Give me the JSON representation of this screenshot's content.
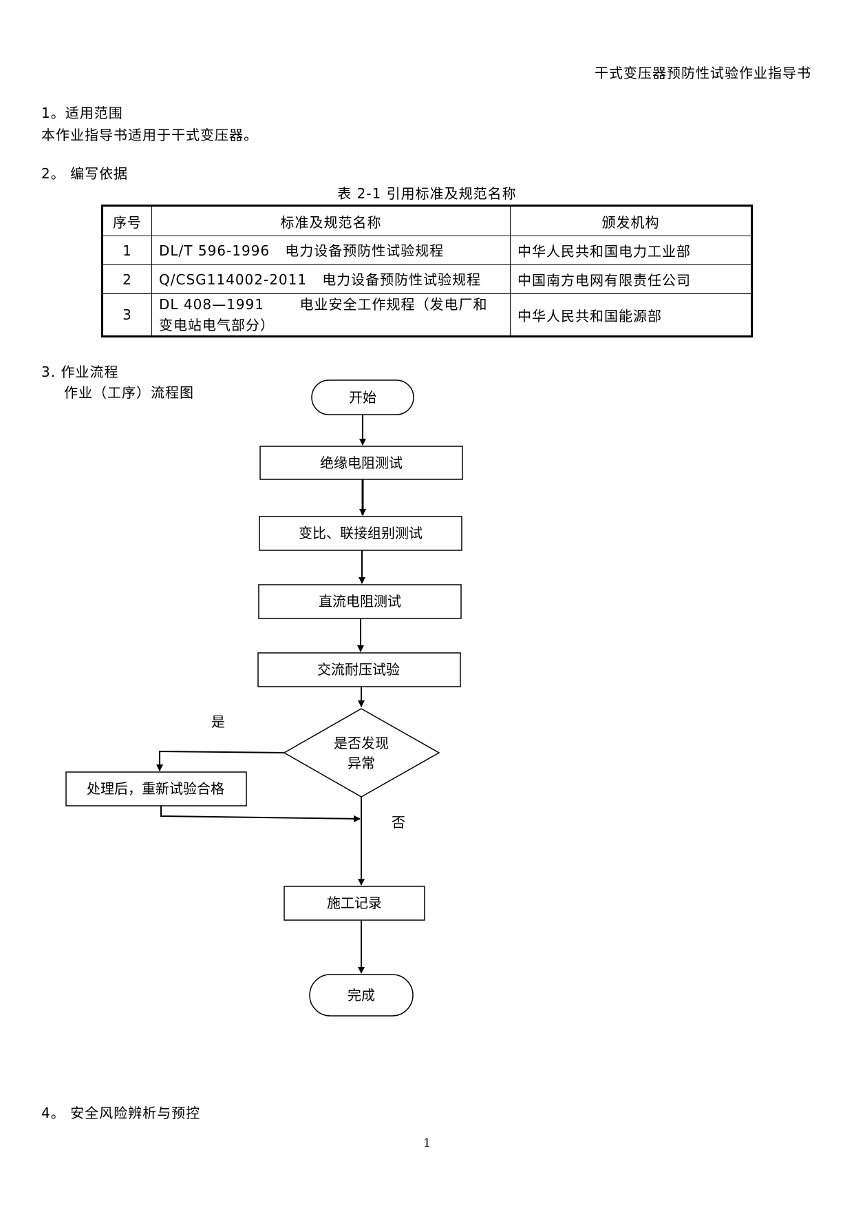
{
  "header": {
    "title": "干式变压器预防性试验作业指导书"
  },
  "section1": {
    "heading": "1。适用范围",
    "text": "本作业指导书适用于干式变压器。"
  },
  "section2": {
    "heading": "2。 编写依据",
    "table_caption": "表 2-1 引用标准及规范名称",
    "table": {
      "headers": [
        "序号",
        "标准及规范名称",
        "颁发机构"
      ],
      "rows": [
        {
          "no": "1",
          "code": "DL/T 596-1996",
          "name": "电力设备预防性试验规程",
          "org": "中华人民共和国电力工业部"
        },
        {
          "no": "2",
          "code": "Q/CSG114002-2011",
          "name": "电力设备预防性试验规程",
          "org": "中国南方电网有限责任公司"
        },
        {
          "no": "3",
          "code": "DL 408—1991",
          "name_line1": "电业安全工作规程（发电厂和",
          "name_line2": "变电站电气部分）",
          "org": "中华人民共和国能源部"
        }
      ]
    }
  },
  "section3": {
    "heading": "3. 作业流程",
    "subheading": "作业（工序）流程图",
    "flow": {
      "start": "开始",
      "step1": "绝缘电阻测试",
      "step2": "变比、联接组别测试",
      "step3": "直流电阻测试",
      "step4": "交流耐压试验",
      "decision_line1": "是否发现",
      "decision_line2": "异常",
      "yes_label": "是",
      "no_label": "否",
      "fix": "处理后，重新试验合格",
      "record": "施工记录",
      "end": "完成"
    }
  },
  "section4": {
    "heading": "4。 安全风险辨析与预控"
  },
  "footer": {
    "page_number": "1"
  }
}
